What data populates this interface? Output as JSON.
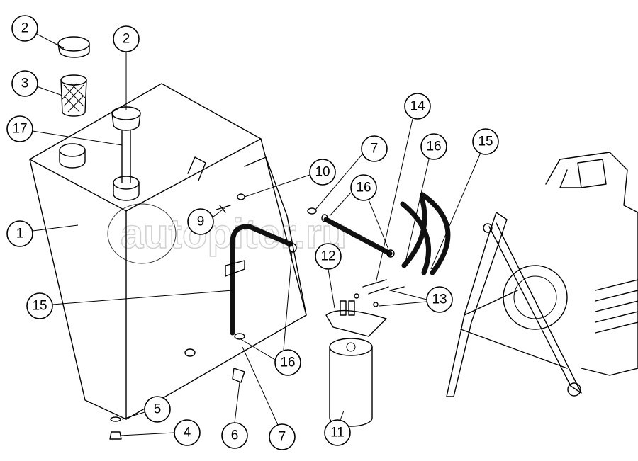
{
  "diagram": {
    "watermark": "autopiter.ru",
    "callouts": [
      "2",
      "2",
      "3",
      "17",
      "1",
      "9",
      "10",
      "7",
      "16",
      "14",
      "16",
      "15",
      "12",
      "13",
      "15",
      "16",
      "5",
      "4",
      "6",
      "7",
      "11"
    ]
  }
}
